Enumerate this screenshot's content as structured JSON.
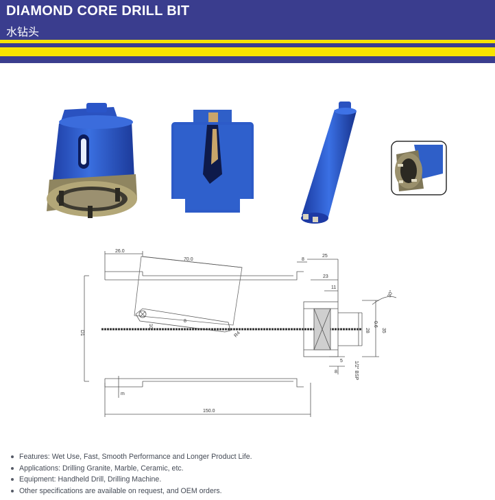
{
  "header": {
    "title_en": "DIAMOND CORE DRILL BIT",
    "title_zh": "水钻头"
  },
  "colors": {
    "header_blue": "#3a3d8e",
    "stripe_yellow": "#f7e400",
    "product_blue": "#2f5fc8",
    "diamond_gold": "#a89a6a"
  },
  "products": [
    {
      "icon": "core-bit-angled-icon"
    },
    {
      "icon": "core-bit-side-icon"
    },
    {
      "icon": "core-bit-long-icon"
    },
    {
      "icon": "core-bit-closeup-icon"
    }
  ],
  "drawing": {
    "dim_26": "26.0",
    "dim_70": "70.0",
    "dim_8_top": "8",
    "dim_25": "25",
    "dim_23": "23",
    "dim_11": "11",
    "dim_angle": "30°",
    "dim_06": "0.6",
    "dim_D1": "D1",
    "dim_8_mid": "8",
    "dim_10": "10",
    "dim_R4": "R4",
    "dim_28": "28",
    "dim_35": "35",
    "dim_5": "5",
    "dim_8_bot": "8",
    "dim_thread": "1/2\" BSP",
    "dim_m": "m",
    "dim_150": "150.0"
  },
  "features": [
    "Features: Wet Use, Fast, Smooth Performance and Longer Product Life.",
    "Applications: Drilling Granite, Marble, Ceramic, etc.",
    "Equipment: Handheld Drill, Drilling Machine.",
    "Other specifications are available on request, and OEM orders."
  ]
}
